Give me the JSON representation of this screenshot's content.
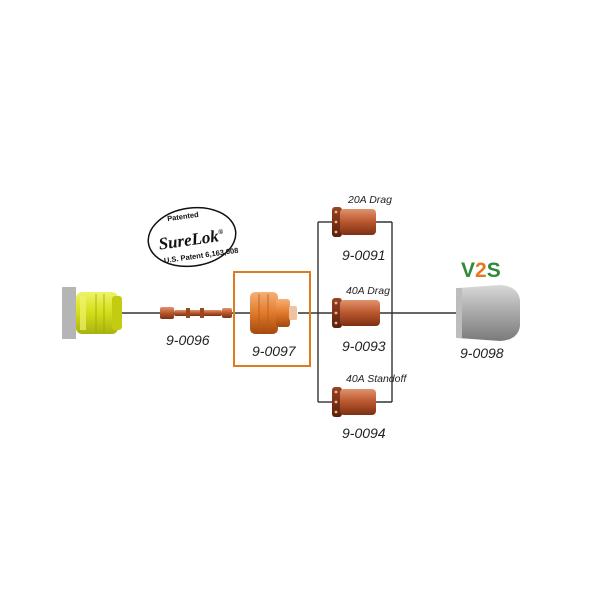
{
  "seal": {
    "top_text": "Patented",
    "brand": "SureLok",
    "registered": "®",
    "bottom_text": "U.S. Patent 6,163,008"
  },
  "logo": {
    "part1": "V",
    "part2": "2",
    "part3": "S"
  },
  "parts": {
    "swirl_ring_connector": "9-0096",
    "swirl_ring": "9-0097",
    "tip_20a": "9-0091",
    "tip_40a": "9-0093",
    "tip_standoff": "9-0094",
    "shield_cup": "9-0098"
  },
  "tip_labels": {
    "tip_20a": "20A Drag",
    "tip_40a": "40A Drag",
    "tip_standoff": "40A Standoff"
  },
  "colors": {
    "highlight_box": "#e07a20",
    "logo_green": "#2e8b3a",
    "logo_orange": "#e87722",
    "copper": "#b8562e",
    "yellow_part": "#d7e21e",
    "gray_cup": "#a9a9a9"
  }
}
